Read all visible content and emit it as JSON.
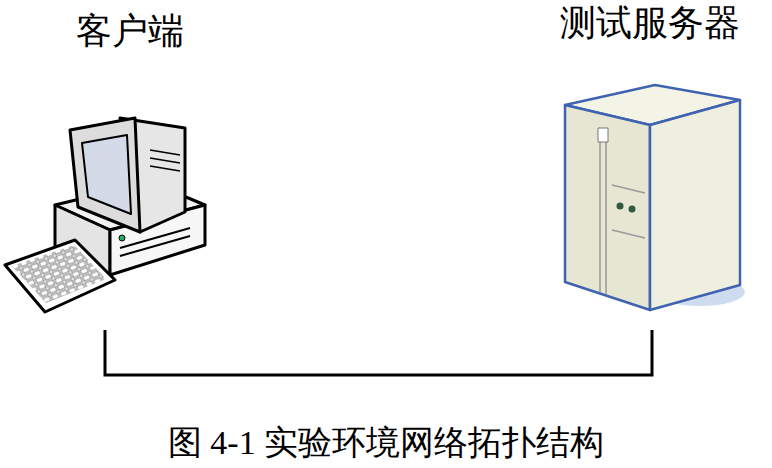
{
  "diagram": {
    "caption": "图 4-1 实验环境网络拓扑结构",
    "nodes": [
      {
        "text": [
          "客户端"
        ]
      },
      {
        "text": [
          "测试服务器"
        ]
      }
    ],
    "edges": [
      {
        "from": 0,
        "to": 1,
        "arrow": "none"
      }
    ]
  }
}
